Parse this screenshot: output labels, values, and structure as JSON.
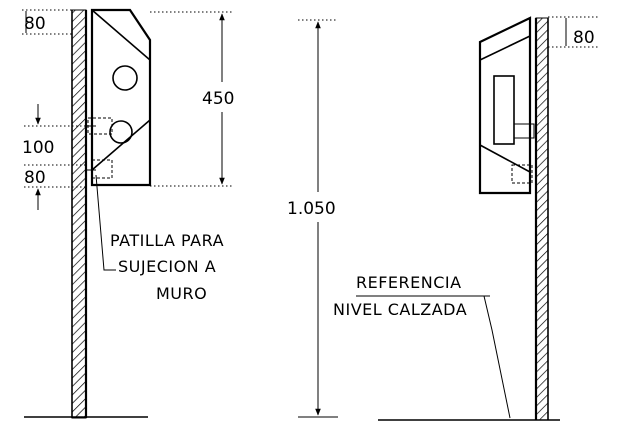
{
  "dimensions": {
    "top_left": "80",
    "mid_left": "100",
    "bottom_left": "80",
    "panel_height": "450",
    "total_height": "1.050",
    "top_right": "80"
  },
  "notes": {
    "bracket_line1": "PATILLA PARA",
    "bracket_line2": "SUJECION A",
    "bracket_line3": "MURO",
    "reference_line1": "REFERENCIA",
    "reference_line2": "NIVEL CALZADA"
  },
  "colors": {
    "ink": "#000000",
    "paper": "#ffffff"
  }
}
